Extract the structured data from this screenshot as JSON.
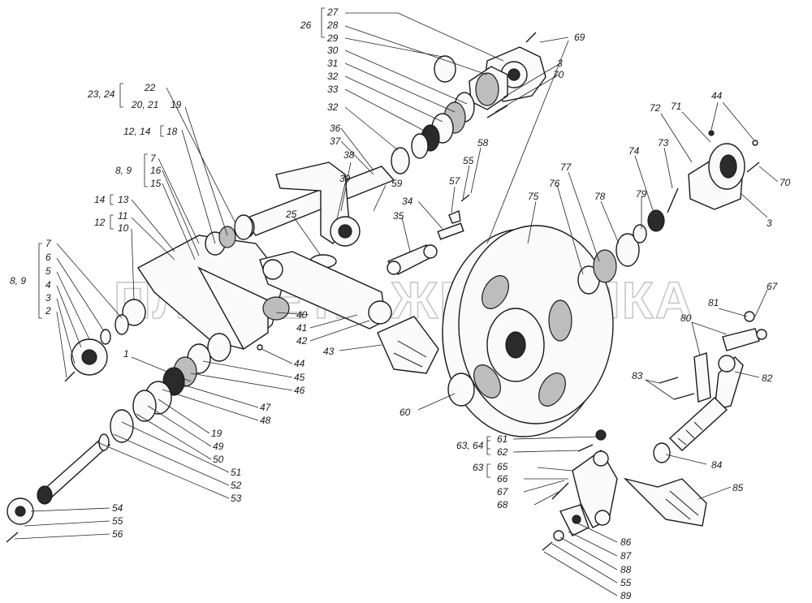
{
  "watermark": {
    "text": "ПЛАНЕТА ЖЕЛЕЗЯКА"
  },
  "labels": {
    "l27": "27",
    "l28": "28",
    "l29": "29",
    "g26": "26",
    "l30": "30",
    "l31": "31",
    "l32a": "32",
    "l33": "33",
    "l32b": "32",
    "l69": "69",
    "l3a": "3",
    "l70a": "70",
    "l22": "22",
    "g23_24": "23, 24",
    "l19a": "19",
    "g20_21": "20, 21",
    "l18": "18",
    "g12_14": "12, 14",
    "l7a": "7",
    "l16": "16",
    "l15": "15",
    "g8_9a": "8, 9",
    "l13": "13",
    "g14": "14",
    "l11": "11",
    "l10": "10",
    "g12": "12",
    "l36": "36",
    "l37": "37",
    "l38": "38",
    "l39": "39",
    "l59": "59",
    "l58": "58",
    "l55a": "55",
    "l57": "57",
    "l34": "34",
    "l35": "35",
    "l25": "25",
    "l7b": "7",
    "l6": "6",
    "l5": "5",
    "l4": "4",
    "l3b": "3",
    "l2": "2",
    "g8_9b": "8, 9",
    "l40": "40",
    "l41": "41",
    "l42": "42",
    "l43": "43",
    "l1": "1",
    "l44a": "44",
    "l45": "45",
    "l46": "46",
    "l47": "47",
    "l48": "48",
    "l19b": "19",
    "l49": "49",
    "l50": "50",
    "l51": "51",
    "l52": "52",
    "l53": "53",
    "l54": "54",
    "l55b": "55",
    "l56": "56",
    "l60": "60",
    "l75": "75",
    "l76": "76",
    "l77": "77",
    "l78": "78",
    "l79": "79",
    "l74": "74",
    "l73": "73",
    "l72": "72",
    "l71": "71",
    "l44b": "44",
    "l70b": "70",
    "l3c": "3",
    "l80": "80",
    "l81": "81",
    "l67a": "67",
    "l83": "83",
    "l82": "82",
    "l84": "84",
    "l85": "85",
    "l61": "61",
    "l62": "62",
    "g63_64": "63, 64",
    "l65": "65",
    "g63": "63",
    "l66": "66",
    "l67b": "67",
    "l68": "68",
    "l86": "86",
    "l87": "87",
    "l88": "88",
    "l55c": "55",
    "l89": "89"
  }
}
